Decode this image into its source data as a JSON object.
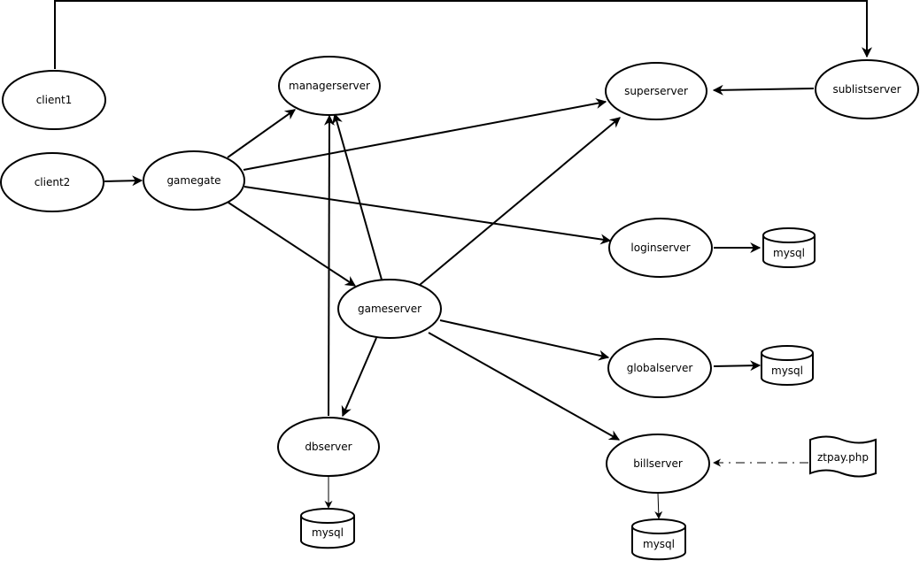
{
  "nodes": {
    "client1": "client1",
    "client2": "client2",
    "gamegate": "gamegate",
    "managerserver": "managerserver",
    "superserver": "superserver",
    "sublistserver": "sublistserver",
    "loginserver": "loginserver",
    "gameserver": "gameserver",
    "globalserver": "globalserver",
    "dbserver": "dbserver",
    "billserver": "billserver",
    "ztpay": "ztpay.php"
  },
  "databases": {
    "login_mysql": "mysql",
    "global_mysql": "mysql",
    "db_mysql": "mysql",
    "bill_mysql": "mysql"
  }
}
